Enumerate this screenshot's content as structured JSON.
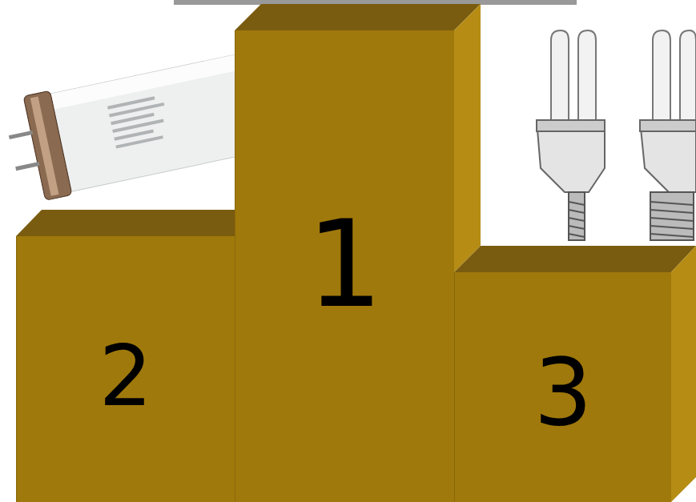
{
  "diagram": {
    "nodes": [
      {
        "text": [
          "2"
        ]
      },
      {
        "text": [
          "1"
        ]
      },
      {
        "text": [
          "3"
        ]
      }
    ]
  }
}
